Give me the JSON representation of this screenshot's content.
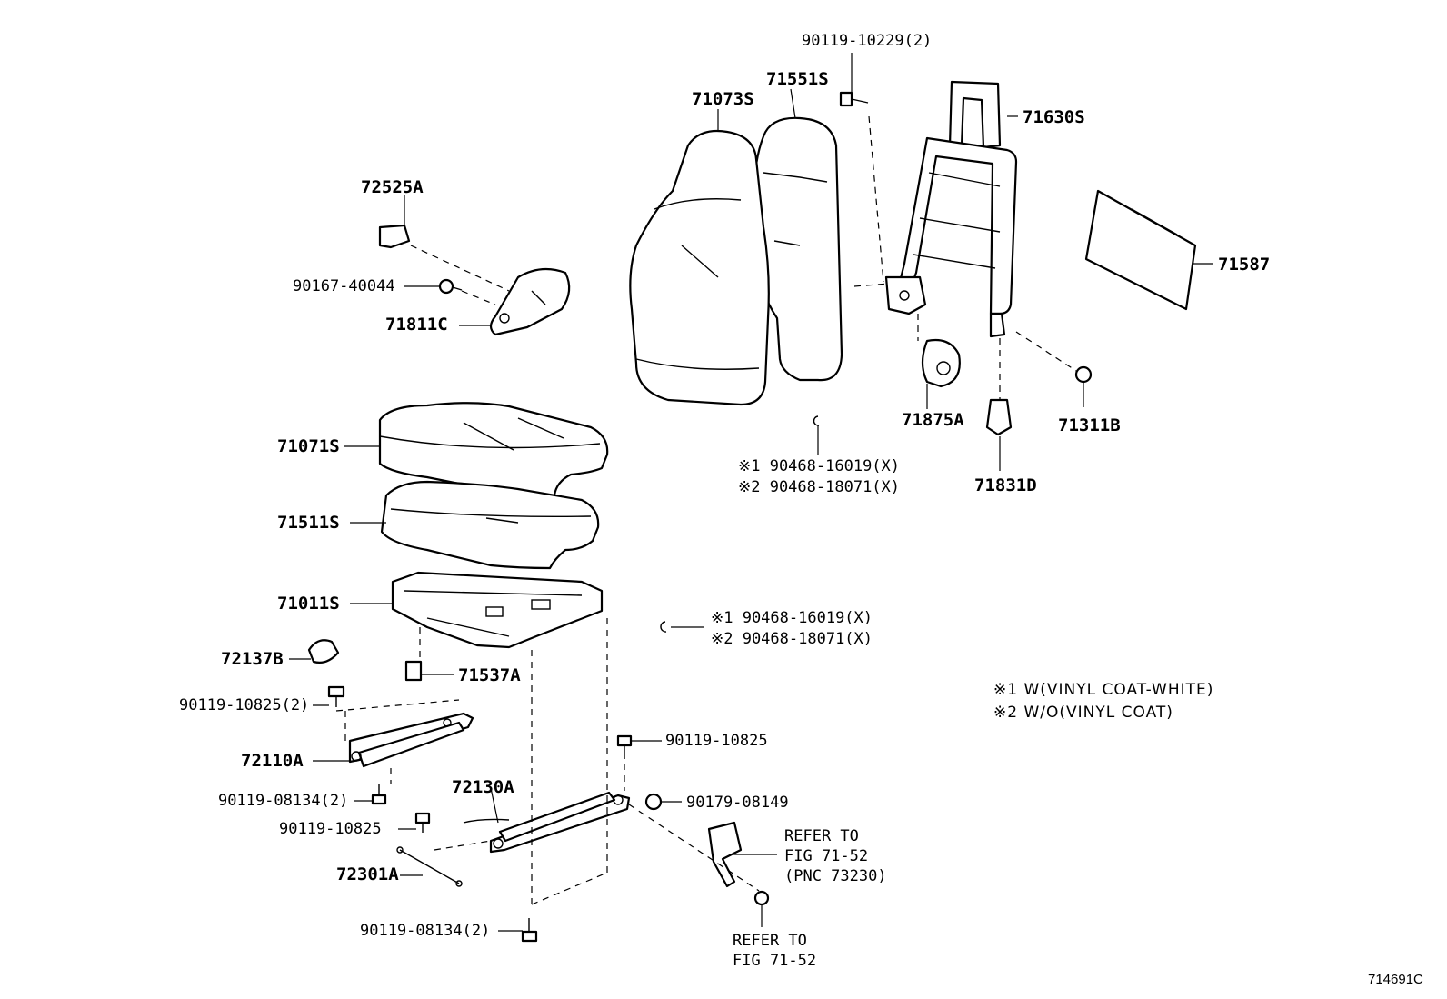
{
  "labels": {
    "p90119_10229_2": "90119-10229(2)",
    "p71551S": "71551S",
    "p71073S": "71073S",
    "p71630S": "71630S",
    "p72525A": "72525A",
    "p90167_40044": "90167-40044",
    "p71811C": "71811C",
    "p71587": "71587",
    "p71875A": "71875A",
    "p71311B": "71311B",
    "p71831D": "71831D",
    "p71071S": "71071S",
    "p71511S": "71511S",
    "p71011S": "71011S",
    "p72137B": "72137B",
    "p71537A": "71537A",
    "p90119_10825_2": "90119-10825(2)",
    "p72110A": "72110A",
    "p90119_08134_2a": "90119-08134(2)",
    "p72130A": "72130A",
    "p90119_10825_b": "90119-10825",
    "p90119_10825_c": "90119-10825",
    "p90179_08149": "90179-08149",
    "p72301A": "72301A",
    "p90119_08134_2b": "90119-08134(2)",
    "back_grommet_1": "※1 90468-16019(X)",
    "back_grommet_2": "※2 90468-18071(X)",
    "cush_grommet_1": "※1 90468-16019(X)",
    "cush_grommet_2": "※2 90468-18071(X)"
  },
  "refs": {
    "belt_line1": "REFER TO",
    "belt_line2": "FIG 71-52",
    "belt_line3": "(PNC 73230)",
    "bolt_line1": "REFER TO",
    "bolt_line2": "FIG 71-52"
  },
  "notes": {
    "note1": "※1 W(VINYL COAT-WHITE)",
    "note2": "※2 W/O(VINYL COAT)"
  },
  "figure_id": "714691C"
}
